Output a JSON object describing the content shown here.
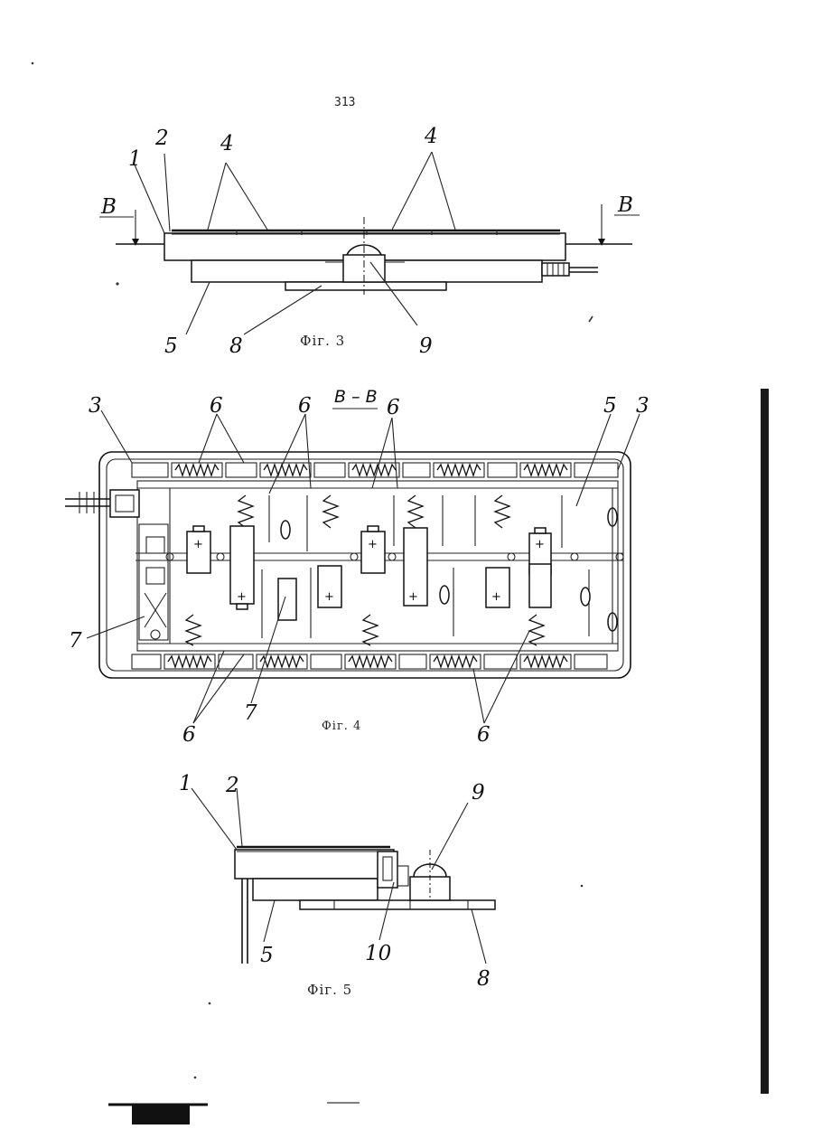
{
  "page_number": "313",
  "figures": {
    "fig3": {
      "caption": "Фіг. 3",
      "labels": [
        "1",
        "2",
        "4",
        "4",
        "В",
        "В",
        "5",
        "8",
        "9"
      ]
    },
    "fig4": {
      "caption": "Фіг. 4",
      "section_label": "В – В",
      "labels": [
        "3",
        "6",
        "6",
        "6",
        "5",
        "3",
        "7",
        "7",
        "6",
        "6"
      ]
    },
    "fig5": {
      "caption": "Фіг. 5",
      "labels": [
        "1",
        "2",
        "9",
        "5",
        "10",
        "8"
      ]
    }
  },
  "colors": {
    "ink": "#111111",
    "paper": "#ffffff"
  }
}
